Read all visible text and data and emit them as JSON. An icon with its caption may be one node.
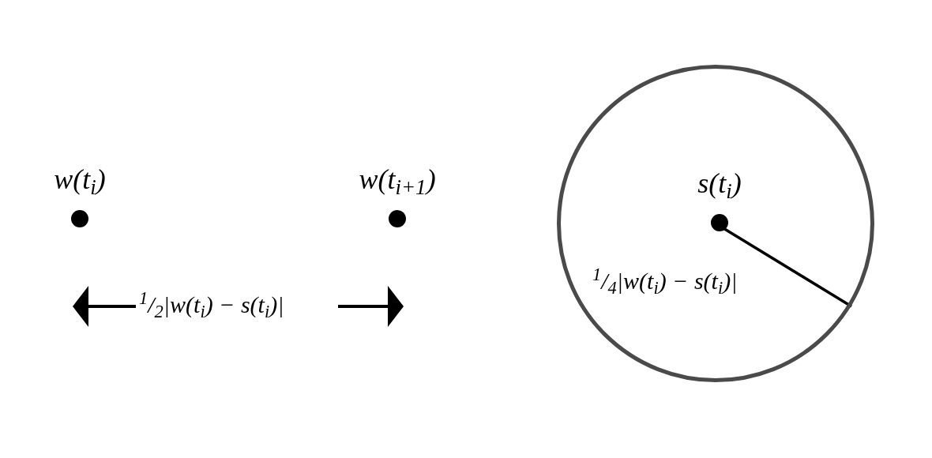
{
  "diagram": {
    "nodes": [
      {
        "text": [
          "w(t$_{i}$)"
        ]
      },
      {
        "text": [
          "w(t$_{i+1}$)"
        ]
      },
      {
        "text": [],
        "shape": "circle"
      },
      {
        "text": [
          "s(t$_{i}$)"
        ],
        "in": 2
      }
    ],
    "labels": [
      "$^{1}$/$_{2}$|w(t$_{i}$) − s(t$_{i}$)|",
      "$^{1}$/$_{4}$|w(t$_{i}$) − s(t$_{i}$)|"
    ]
  }
}
